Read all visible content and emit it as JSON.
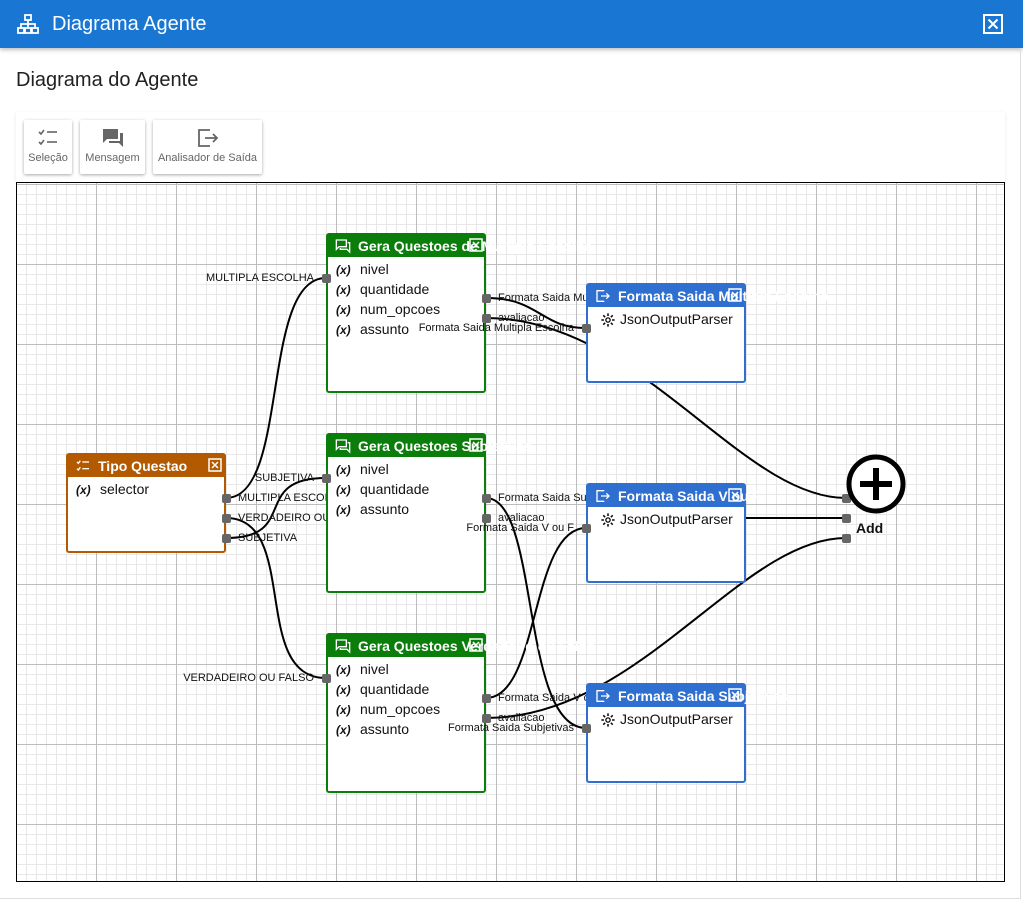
{
  "window": {
    "title": "Diagrama Agente"
  },
  "page": {
    "heading": "Diagrama do Agente"
  },
  "toolbar": [
    {
      "label": "Seleção",
      "icon": "checklist-icon"
    },
    {
      "label": "Mensagem",
      "icon": "chat-icon"
    },
    {
      "label": "Analisador de Saída",
      "icon": "output-icon"
    }
  ],
  "nodes": {
    "tipo": {
      "title": "Tipo Questao",
      "rows": [
        "selector"
      ],
      "outputs": [
        "MULTIPLA ESCOLHA",
        "VERDADEIRO OU FALSO",
        "SUBJETIVA"
      ]
    },
    "gera_multipla": {
      "title": "Gera Questoes de Multipla Escolha",
      "input_label": "MULTIPLA ESCOLHA",
      "rows": [
        "nivel",
        "quantidade",
        "num_opcoes",
        "assunto"
      ],
      "outputs": [
        "Formata Saida Multipla Escolha",
        "avaliacao"
      ]
    },
    "gera_subjetiva": {
      "title": "Gera Questoes Subjetivas",
      "input_label": "SUBJETIVA",
      "rows": [
        "nivel",
        "quantidade",
        "assunto"
      ],
      "outputs": [
        "Formata Saida Subjetivas",
        "avaliacao"
      ]
    },
    "gera_vf": {
      "title": "Gera Questoes Verdadeiro ou Falso",
      "input_label": "VERDADEIRO OU FALSO",
      "rows": [
        "nivel",
        "quantidade",
        "num_opcoes",
        "assunto"
      ],
      "outputs": [
        "Formata Saida V ou F",
        "avaliacao"
      ]
    },
    "formata_multipla": {
      "title": "Formata Saida Multipla Escolha",
      "input_label": "Formata Saida Multipla Escolha",
      "rows": [
        "JsonOutputParser"
      ]
    },
    "formata_vf": {
      "title": "Formata Saida V ou F",
      "input_label": "Formata Saida V ou F",
      "rows": [
        "JsonOutputParser"
      ]
    },
    "formata_subjetiva": {
      "title": "Formata Saida Subjetivas",
      "input_label": "Formata Saida Subjetivas",
      "rows": [
        "JsonOutputParser"
      ]
    }
  },
  "add": {
    "label": "Add"
  },
  "colors": {
    "titlebar": "#1976d2",
    "chat_node": "#0a7d0a",
    "parser_node": "#2e6fcf",
    "selector_node": "#b35900",
    "port": "#666666",
    "edge": "#000000"
  }
}
